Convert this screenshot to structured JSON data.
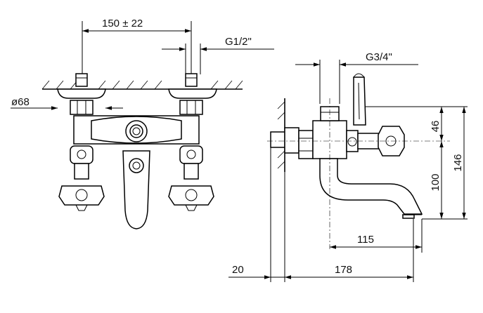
{
  "diagram": {
    "front_view": {
      "spacing_label": "150 ± 22",
      "thread_label": "G1/2\"",
      "flange_label": "ø68"
    },
    "side_view": {
      "thread_label": "G3/4\"",
      "dim_46": "46",
      "dim_100": "100",
      "dim_146": "146",
      "dim_115": "115",
      "dim_20": "20",
      "dim_178": "178"
    }
  }
}
